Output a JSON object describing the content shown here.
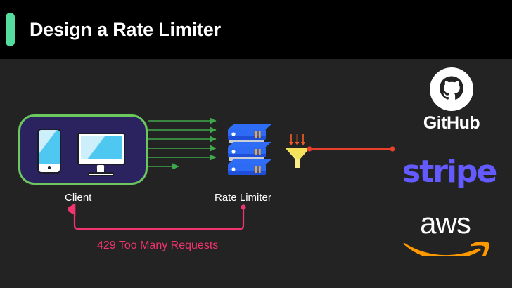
{
  "header": {
    "title": "Design a Rate Limiter",
    "accent_color": "#55DDA0",
    "background": "#000000"
  },
  "canvas": {
    "background": "#232323"
  },
  "diagram": {
    "client": {
      "label": "Client",
      "border_color": "#6CC75E",
      "fill_color": "#2B2360",
      "devices": [
        {
          "name": "phone",
          "screen_color": "#4EC8F0"
        },
        {
          "name": "monitor",
          "screen_color": "#4EC8F0"
        }
      ]
    },
    "requests": {
      "arrow_color": "#3FA84A",
      "count": 6,
      "allowed": 5,
      "blocked": 1
    },
    "rate_limiter": {
      "label": "Rate Limiter",
      "server_color": "#2563F0",
      "led_color": "#ffffff",
      "indicator_color": "#F5A524",
      "tiers": 3
    },
    "funnel": {
      "color": "#F5E96B",
      "arrow_color": "#F05A28",
      "arrow_count": 3
    },
    "forward_link": {
      "color": "#E8402A"
    },
    "error_response": {
      "text": "429 Too Many Requests",
      "color": "#F0356E"
    }
  },
  "brands": [
    {
      "name": "github",
      "label": "GitHub",
      "color": "#ffffff"
    },
    {
      "name": "stripe",
      "label": "stripe",
      "color": "#635BFF"
    },
    {
      "name": "aws",
      "label": "aws",
      "color": "#ffffff",
      "swoosh_color": "#FF9900"
    }
  ]
}
